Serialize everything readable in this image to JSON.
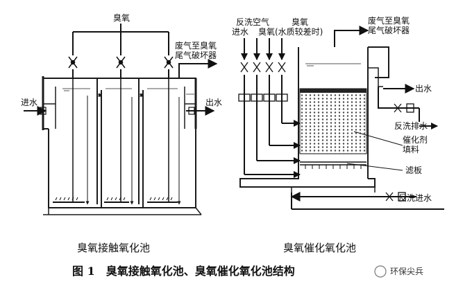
{
  "left": {
    "ozone": "臭氧",
    "offgas": [
      "废气至臭氧",
      "尾气破坏器"
    ],
    "inlet": "进水",
    "outlet": "出水",
    "caption": "臭氧接触氧化池"
  },
  "right": {
    "backwash_air": "反洗空气",
    "ozone": "臭氧",
    "inlet": "进水",
    "ozone_poor": "臭氧(水质较差时)",
    "offgas": [
      "废气至臭氧",
      "尾气破坏器"
    ],
    "outlet": "出水",
    "backwash_drain": "反洗排水",
    "catalyst": [
      "催化剂",
      "填料"
    ],
    "filter_plate": "滤板",
    "backwash_inlet": "反洗进水",
    "caption": "臭氧催化氧化池"
  },
  "figure_caption": "图 1　臭氧接触氧化池、臭氧催化氧化池结构",
  "watermark": "环保尖兵",
  "colors": {
    "line": "#1a1a1a",
    "water": "#555555"
  }
}
